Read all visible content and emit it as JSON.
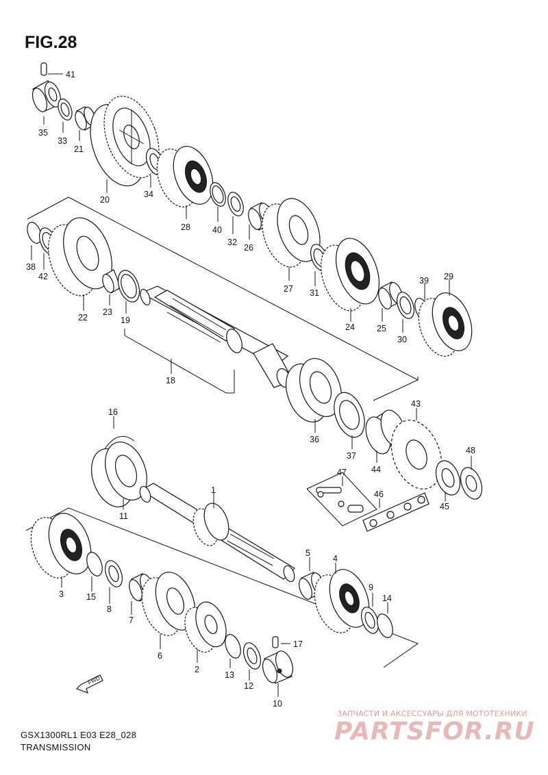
{
  "figure": {
    "title": "FIG.28",
    "code": "GSX1300RL1 E03 E28_028",
    "subtitle": "TRANSMISSION",
    "fwd": "FWD"
  },
  "watermark": {
    "top_text": "ЗАПЧАСТИ И АКСЕССУАРЫ ДЛЯ МОТОТЕХНИКИ",
    "logo_text": "PARTSFOR.RU"
  },
  "callouts": {
    "p1": "1",
    "p2": "2",
    "p3": "3",
    "p4": "4",
    "p5": "5",
    "p6": "6",
    "p7": "7",
    "p8": "8",
    "p9": "9",
    "p10": "10",
    "p11": "11",
    "p12": "12",
    "p13": "13",
    "p14": "14",
    "p15": "15",
    "p16": "16",
    "p17": "17",
    "p18": "18",
    "p19": "19",
    "p20": "20",
    "p21": "21",
    "p22": "22",
    "p23": "23",
    "p24": "24",
    "p25": "25",
    "p26": "26",
    "p27": "27",
    "p28": "28",
    "p29": "29",
    "p30": "30",
    "p31": "31",
    "p32": "32",
    "p33": "33",
    "p34": "34",
    "p35": "35",
    "p36": "36",
    "p37": "37",
    "p38": "38",
    "p39": "39",
    "p40": "40",
    "p41": "41",
    "p42": "42",
    "p43": "43",
    "p44": "44",
    "p45": "45",
    "p46": "46",
    "p47": "47",
    "p48": "48"
  }
}
